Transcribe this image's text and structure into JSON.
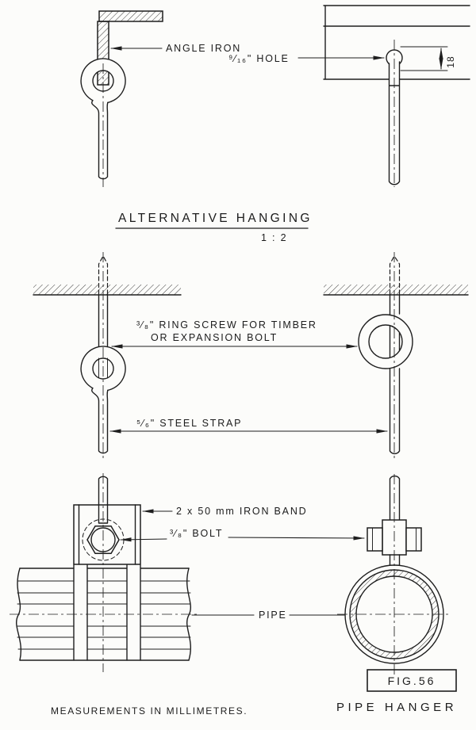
{
  "drawing": {
    "section_title": "ALTERNATIVE HANGING",
    "scale": "1 : 2",
    "figure": "FIG.56",
    "title": "PIPE HANGER",
    "note": "MEASUREMENTS IN MILLIMETRES."
  },
  "labels": {
    "angle_iron": "ANGLE IRON",
    "hole": "⁹⁄₁₆\" HOLE",
    "dim_18": "18",
    "ring_screw_l1": "³⁄₈\" RING SCREW FOR TIMBER",
    "ring_screw_l2": "OR EXPANSION BOLT",
    "steel_strap": "⁵⁄₆\" STEEL STRAP",
    "iron_band": "2 x 50 mm IRON BAND",
    "bolt": "³⁄₈\" BOLT",
    "pipe": "PIPE"
  },
  "colors": {
    "ink": "#1e1e1e",
    "paper": "#fcfcfa"
  }
}
